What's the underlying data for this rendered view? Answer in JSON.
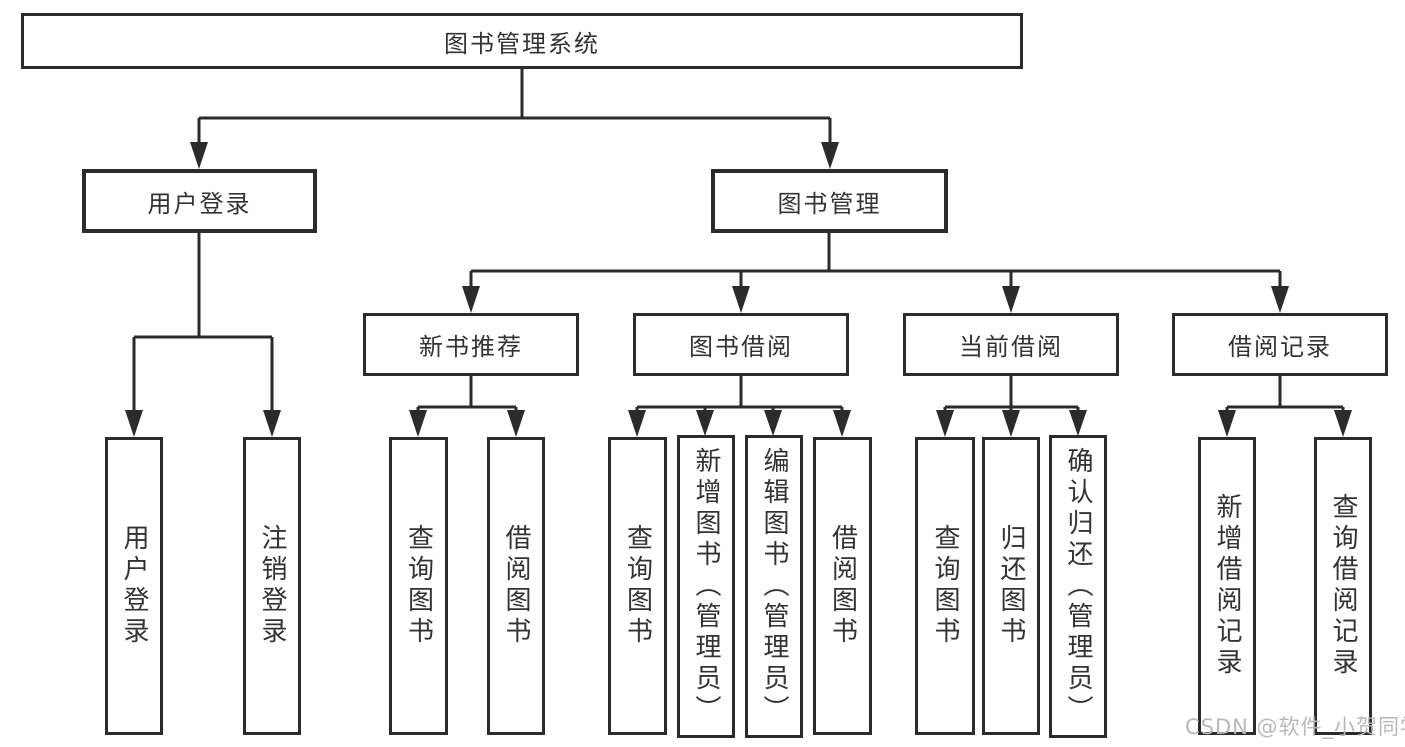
{
  "tree": {
    "root": {
      "label": "图书管理系统",
      "children": [
        {
          "label": "用户登录",
          "children": [
            {
              "label": "用户登录"
            },
            {
              "label": "注销登录"
            }
          ]
        },
        {
          "label": "图书管理",
          "children": [
            {
              "label": "新书推荐",
              "children": [
                {
                  "label": "查询图书"
                },
                {
                  "label": "借阅图书"
                }
              ]
            },
            {
              "label": "图书借阅",
              "children": [
                {
                  "label": "查询图书"
                },
                {
                  "label": "新增图书（管理员）"
                },
                {
                  "label": "编辑图书（管理员）"
                },
                {
                  "label": "借阅图书"
                }
              ]
            },
            {
              "label": "当前借阅",
              "children": [
                {
                  "label": "查询图书"
                },
                {
                  "label": "归还图书"
                },
                {
                  "label": "确认归还（管理员）"
                }
              ]
            },
            {
              "label": "借阅记录",
              "children": [
                {
                  "label": "新增借阅记录"
                },
                {
                  "label": "查询借阅记录"
                }
              ]
            }
          ]
        }
      ]
    }
  },
  "watermark": {
    "text": "CSDN @软件_小贺同学"
  },
  "colors": {
    "line": "#2b2b2b",
    "text": "#333333",
    "watermark": "#b9b9b9",
    "background": "#ffffff"
  }
}
